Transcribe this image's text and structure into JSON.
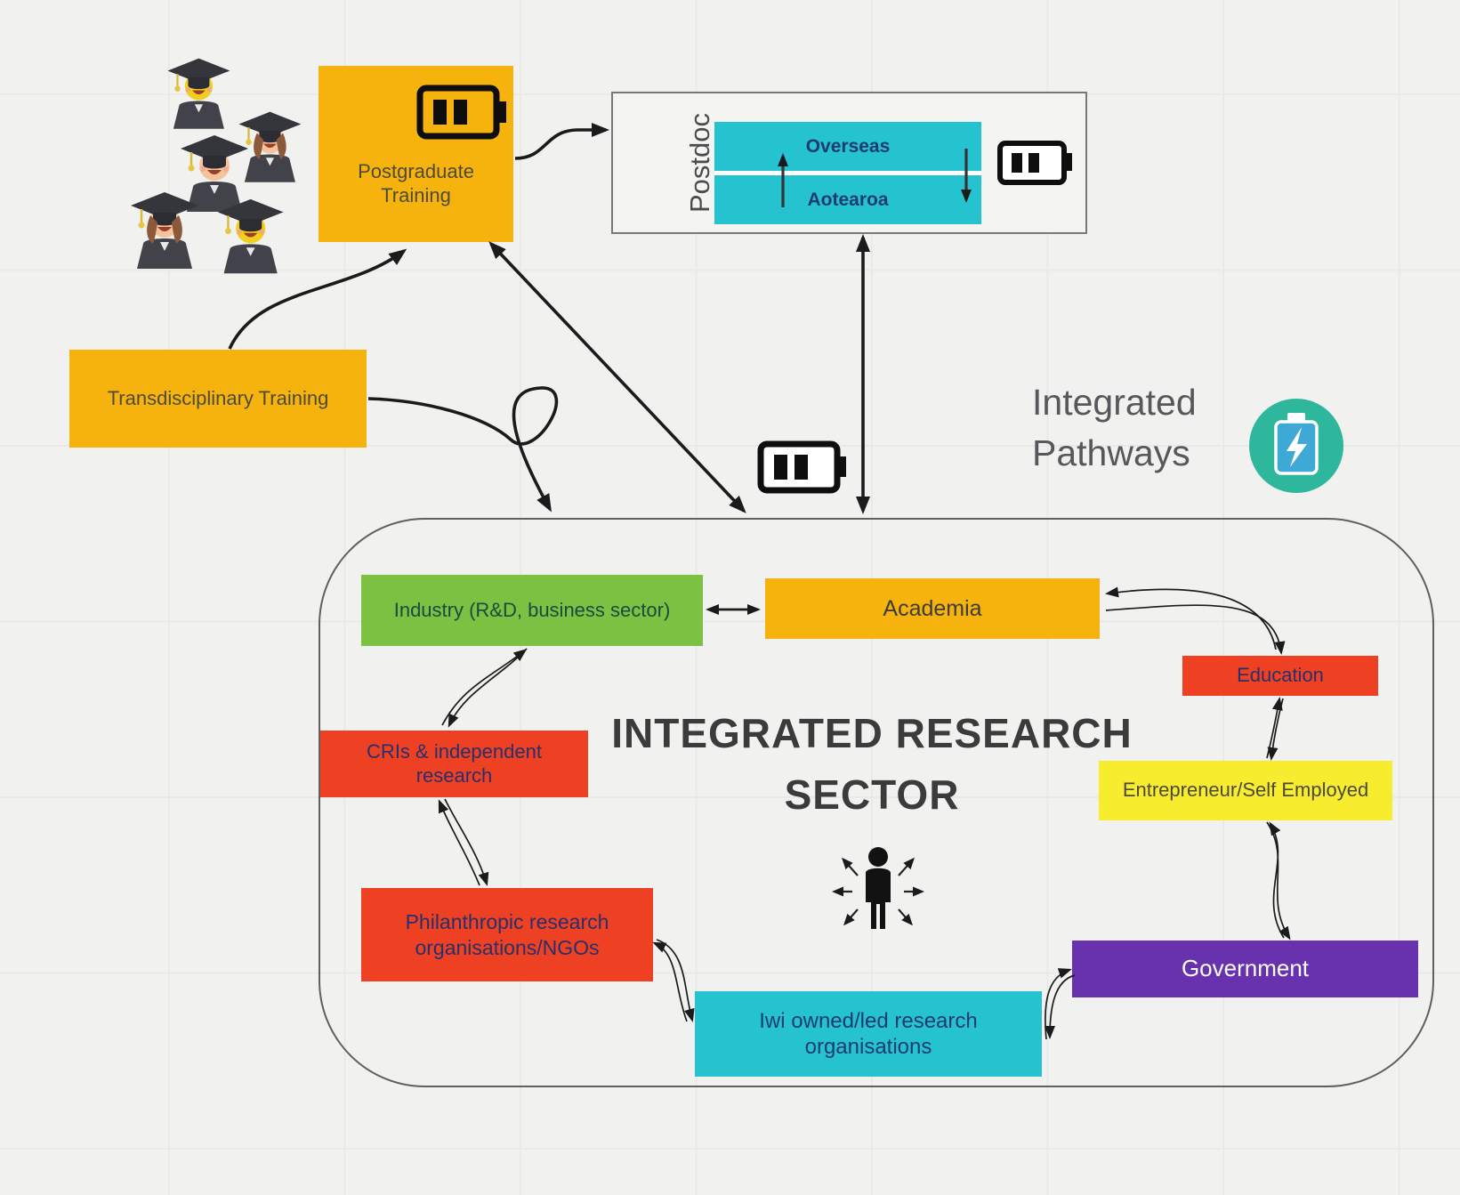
{
  "diagram": {
    "title": "Integrated Research Sector pathways diagram",
    "background": "#f1f1ef"
  },
  "colors": {
    "gold": "#F7B30D",
    "green": "#7CC142",
    "red": "#EE4123",
    "yellow": "#F7EC2D",
    "purple": "#6832AE",
    "cyan": "#25C3CF",
    "teal_badge": "#2EB79C",
    "arrow": "#1b1b1b",
    "navy_text": "#22306e"
  },
  "nodes": {
    "postgraduate_training": {
      "label": "Postgraduate Training",
      "color": "#F7B30D"
    },
    "transdisciplinary_training": {
      "label": "Transdisciplinary Training",
      "color": "#F7B30D"
    },
    "industry": {
      "label": "Industry (R&D, business sector)",
      "color": "#7CC142"
    },
    "academia": {
      "label": "Academia",
      "color": "#F7B30D"
    },
    "education": {
      "label": "Education",
      "color": "#EE4123"
    },
    "cris": {
      "label": "CRIs & independent research",
      "color": "#EE4123"
    },
    "entrepreneur": {
      "label": "Entrepreneur/Self Employed",
      "color": "#F7EC2D"
    },
    "philanthropic": {
      "label": "Philanthropic research organisations/NGOs",
      "color": "#EE4123"
    },
    "iwi": {
      "label": "Iwi owned/led research organisations",
      "color": "#25C3CF"
    },
    "government": {
      "label": "Government",
      "color": "#6832AE"
    }
  },
  "postdoc_panel": {
    "title": "Postdoc",
    "rows": [
      "Overseas",
      "Aotearoa"
    ]
  },
  "sector": {
    "title_line1": "INTEGRATED RESEARCH",
    "title_line2": "SECTOR"
  },
  "integrated_pathways": {
    "line1": "Integrated",
    "line2": "Pathways"
  },
  "icons": {
    "graduates": "graduates-illustration",
    "battery_postgraduate": "battery-half-icon",
    "battery_postdoc": "battery-half-icon",
    "battery_pathway": "battery-half-icon",
    "pathways_badge": "teal-battery-bolt-icon",
    "person_center": "person-expanding-arrows-icon"
  }
}
